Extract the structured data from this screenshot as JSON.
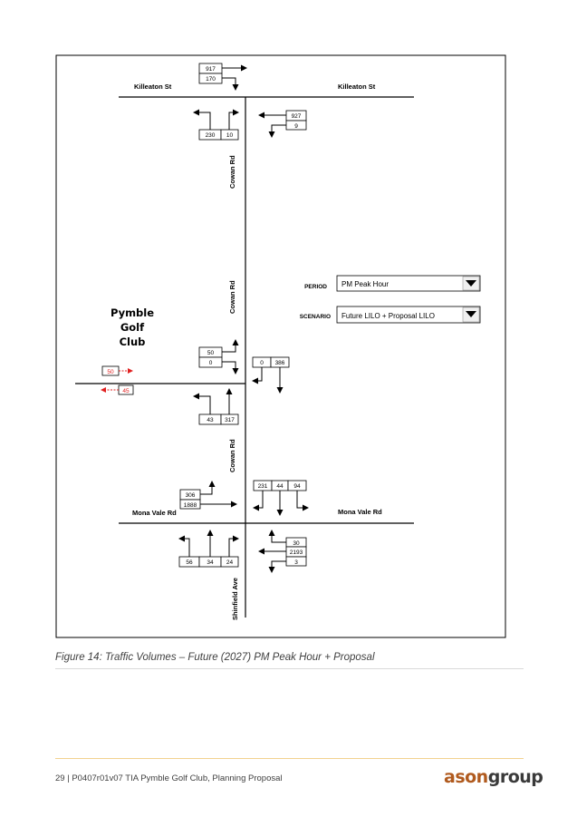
{
  "streets": {
    "killeaton_left": "Killeaton St",
    "killeaton_right": "Killeaton St",
    "cowan_1": "Cowan Rd",
    "cowan_2": "Cowan Rd",
    "cowan_3": "Cowan Rd",
    "mona_left": "Mona Vale Rd",
    "mona_right": "Mona Vale Rd",
    "shinfield": "Shinfield Ave"
  },
  "club": {
    "line1": "Pymble",
    "line2": "Golf",
    "line3": "Club"
  },
  "controls": {
    "period_label": "PERIOD",
    "period_value": "PM Peak Hour",
    "scenario_label": "SCENARIO",
    "scenario_value": "Future LILO + Proposal LILO"
  },
  "volumes": {
    "kil_w_thru": "917",
    "kil_w_right": "170",
    "kil_s_left": "230",
    "kil_s_right": "10",
    "kil_e_thru": "927",
    "kil_e_left": "9",
    "club_w_top": "50",
    "club_w_bottom": "0",
    "club_n_left": "0",
    "club_n_thru": "386",
    "club_s_left": "43",
    "club_s_thru": "317",
    "club_out": "50",
    "club_in": "45",
    "mona_w_left": "306",
    "mona_w_thru": "1888",
    "mona_n_right": "231",
    "mona_n_thru": "44",
    "mona_n_left": "94",
    "mona_s_left": "56",
    "mona_s_thru": "34",
    "mona_s_right": "24",
    "mona_e_right": "30",
    "mona_e_thru": "2193",
    "mona_e_left": "3"
  },
  "caption": "Figure 14: Traffic Volumes – Future (2027) PM Peak Hour + Proposal",
  "footer": "29 | P0407r01v07 TIA Pymble Golf Club, Planning Proposal",
  "logo": {
    "part1": "ason",
    "part2": "group"
  },
  "colors": {
    "club_access": "#e02020",
    "logo_orange": "#b05a1e",
    "footer_rule": "#f2d28f"
  }
}
